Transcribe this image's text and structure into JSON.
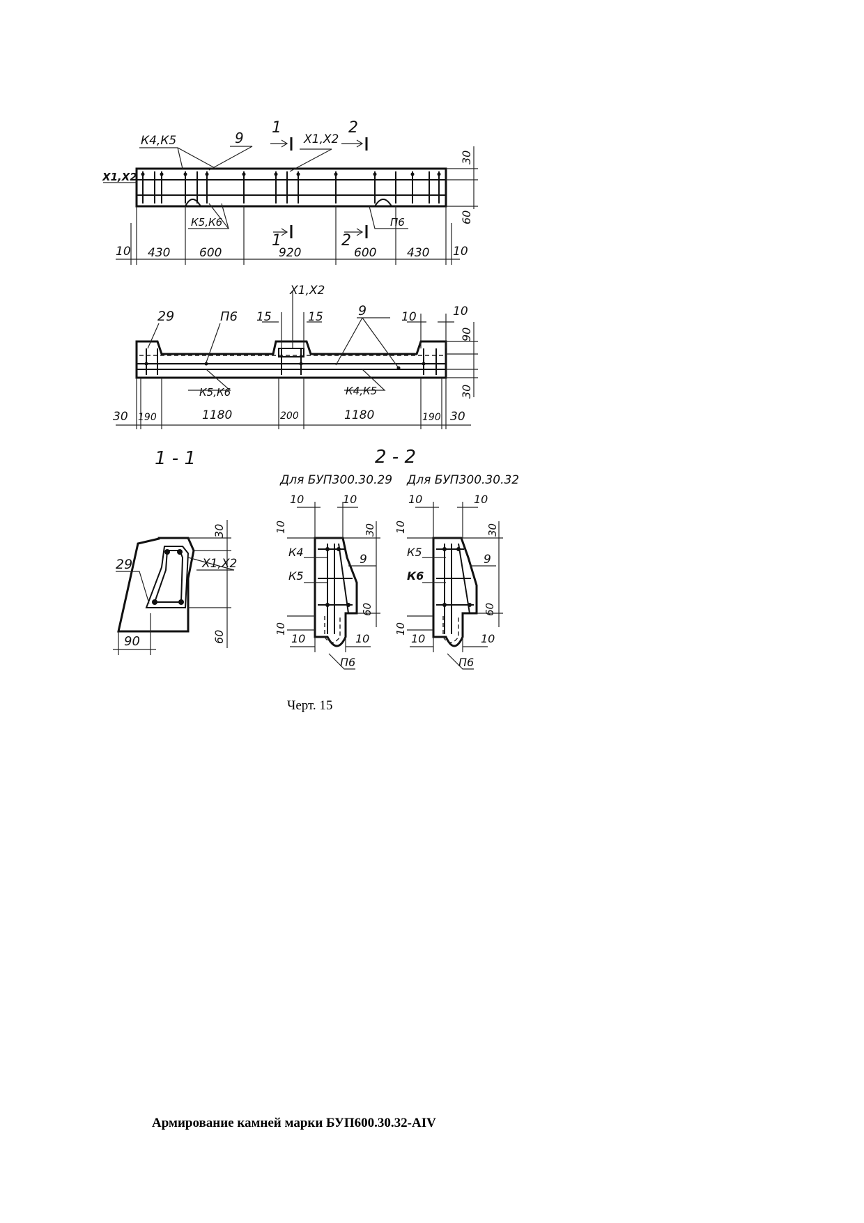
{
  "drawing": {
    "view_top": {
      "section_marks": [
        "1",
        "2"
      ],
      "labels": {
        "k4_k5": "К4,К5",
        "item_9": "9",
        "x1_x2_top": "Х1,Х2",
        "x1_x2_left": "Х1,Х2",
        "k5_k6": "К5,К6",
        "p6": "П6"
      },
      "dim_right": [
        "30",
        "60"
      ],
      "dims_bottom": [
        "10",
        "430",
        "600",
        "920",
        "600",
        "430",
        "10"
      ]
    },
    "view_front": {
      "labels": {
        "x1_x2": "Х1,Х2",
        "item_29": "29",
        "p6": "П6",
        "item_9": "9",
        "k5_k6": "К5,К6",
        "k4_k5": "К4,К5"
      },
      "dims_top": [
        "15",
        "15",
        "10",
        "10"
      ],
      "dims_right": [
        "90",
        "30"
      ],
      "dims_bottom": [
        "30",
        "190",
        "1180",
        "200",
        "1180",
        "190",
        "30"
      ]
    },
    "section_1_1": {
      "title": "1 - 1",
      "labels": {
        "item_29": "29",
        "x1_x2": "Х1,Х2"
      },
      "dims": [
        "30",
        "60",
        "90"
      ]
    },
    "section_2_2": {
      "title": "2 - 2",
      "variant_a": {
        "title": "Для БУП300.30.29",
        "labels": [
          "К4",
          "К5",
          "9",
          "П6"
        ],
        "dims": [
          "10",
          "10",
          "10",
          "30",
          "60",
          "10",
          "10",
          "10"
        ]
      },
      "variant_b": {
        "title": "Для БУП300.30.32",
        "labels": [
          "К5",
          "К6",
          "9",
          "П6"
        ],
        "dims": [
          "10",
          "10",
          "10",
          "30",
          "60",
          "10",
          "10",
          "10"
        ]
      }
    }
  },
  "caption": "Черт. 15",
  "heading": "Армирование камней марки БУП600.30.32-AIV"
}
